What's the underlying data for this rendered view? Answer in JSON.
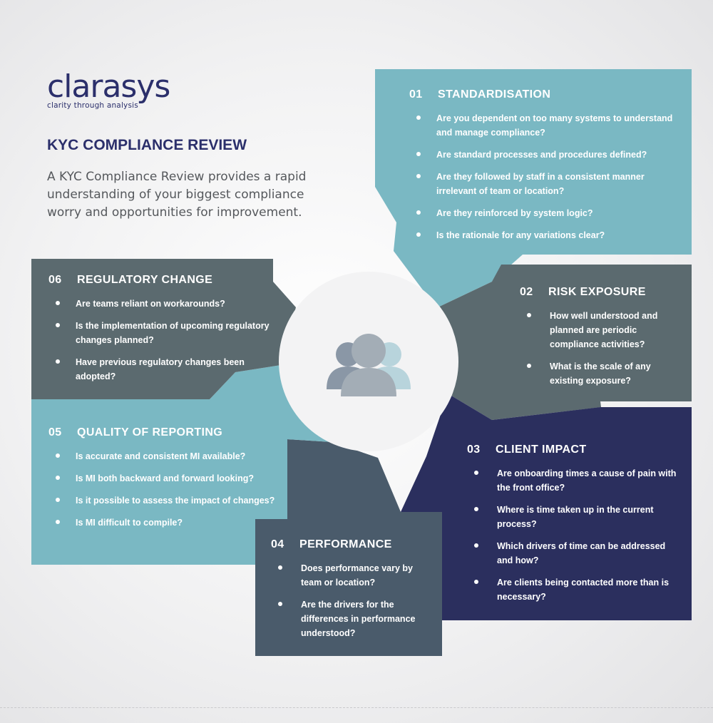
{
  "logo": {
    "word": "clarasys",
    "tagline": "clarity through analysis"
  },
  "title": "KYC COMPLIANCE REVIEW",
  "intro": "A KYC Compliance Review provides a rapid understanding of your biggest compliance worry and opportunities for improvement.",
  "colors": {
    "standardisation": "#7ab8c3",
    "risk_exposure": "#5b6a6f",
    "client_impact": "#2b2f5e",
    "performance": "#4a5b6b",
    "quality_of_reporting": "#7ab8c3",
    "regulatory_change": "#5b6a6f",
    "hub": "#f3f3f4",
    "icon_light": "#b8d4dc",
    "icon_mid": "#8a97a6",
    "icon_front": "#a3adb6"
  },
  "hub_icon": "users-group-icon",
  "sections": {
    "s01": {
      "number": "01",
      "title": "STANDARDISATION",
      "items": [
        "Are you dependent on too many systems to understand and manage compliance?",
        "Are standard processes and procedures defined?",
        "Are they followed by staff in a consistent manner irrelevant of team or location?",
        "Are they reinforced by system logic?",
        "Is the rationale for any variations clear?"
      ]
    },
    "s02": {
      "number": "02",
      "title": "RISK EXPOSURE",
      "items": [
        "How well understood and planned are periodic compliance activities?",
        "What is the scale of any existing exposure?"
      ]
    },
    "s03": {
      "number": "03",
      "title": "CLIENT IMPACT",
      "items": [
        "Are onboarding times a cause of pain with the front office?",
        "Where is time taken up in the current process?",
        "Which drivers of time can be addressed and how?",
        "Are clients being contacted more than is necessary?"
      ]
    },
    "s04": {
      "number": "04",
      "title": "PERFORMANCE",
      "items": [
        "Does performance vary by team or location?",
        "Are the drivers for the differences in performance understood?"
      ]
    },
    "s05": {
      "number": "05",
      "title": "QUALITY OF REPORTING",
      "items": [
        "Is accurate and consistent MI available?",
        "Is MI both backward and forward looking?",
        "Is it possible to assess the impact of changes?",
        "Is MI difficult to compile?"
      ]
    },
    "s06": {
      "number": "06",
      "title": "REGULATORY CHANGE",
      "items": [
        "Are teams reliant on workarounds?",
        "Is the implementation of upcoming regulatory changes planned?",
        "Have previous regulatory changes been adopted?"
      ]
    }
  }
}
